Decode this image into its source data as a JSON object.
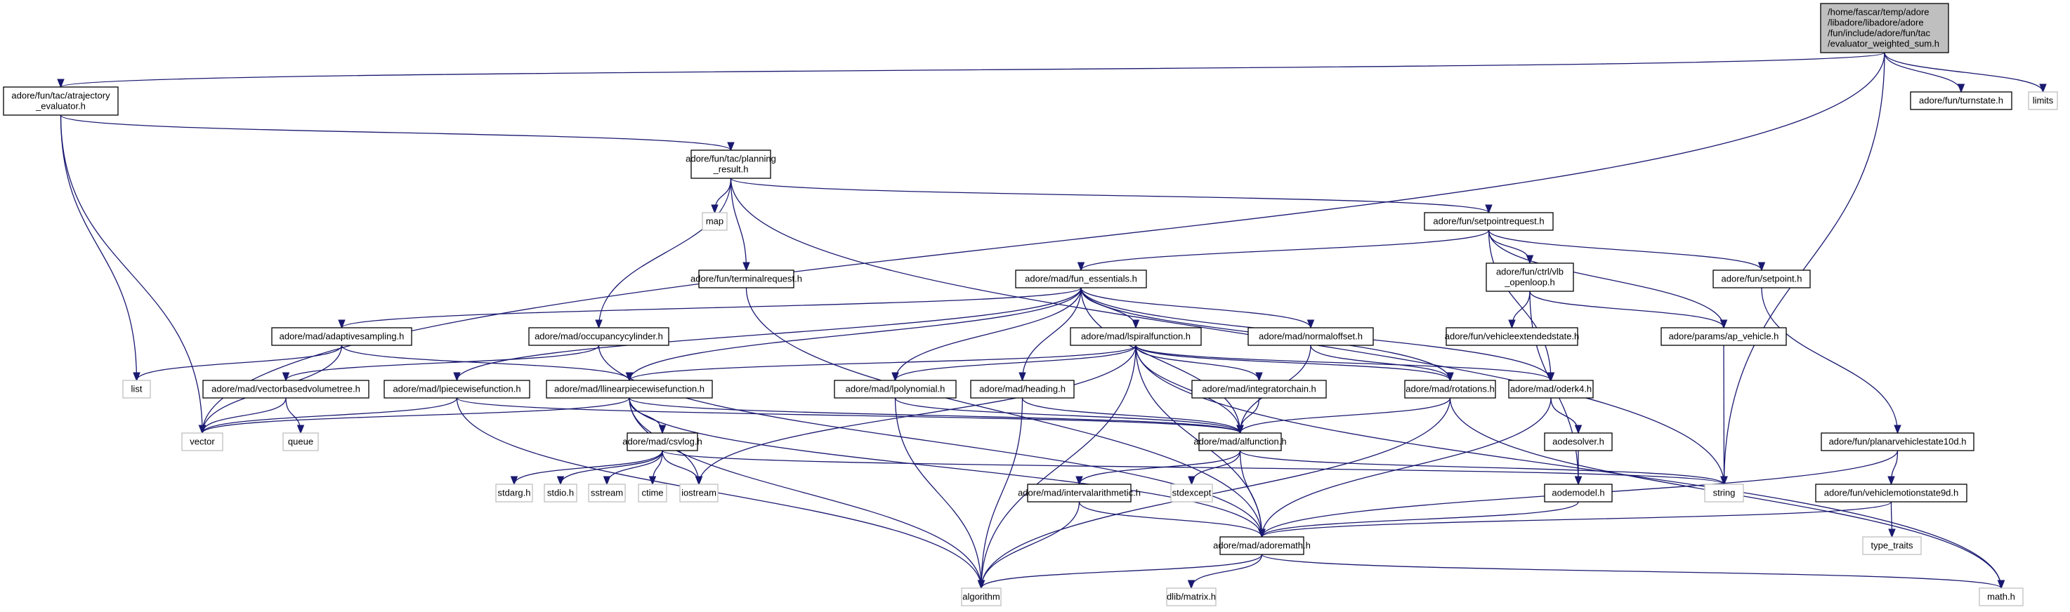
{
  "title": "Include dependency graph for evaluator_weighted_sum.h",
  "colors": {
    "edge": "#191970",
    "node_border": "#000000",
    "external_border": "#bfbfbf",
    "root_fill": "#bfbfbf"
  },
  "nodes": [
    {
      "id": "root",
      "kind": "root",
      "lines": [
        "/home/fascar/temp/adore",
        "/libadore/libadore/adore",
        "/fun/include/adore/fun/tac",
        "/evaluator_weighted_sum.h"
      ]
    },
    {
      "id": "atrajectory_evaluator",
      "kind": "file",
      "lines": [
        "adore/fun/tac/atrajectory",
        "_evaluator.h"
      ]
    },
    {
      "id": "turnstate",
      "kind": "file",
      "lines": [
        "adore/fun/turnstate.h"
      ]
    },
    {
      "id": "limits",
      "kind": "external",
      "lines": [
        "limits"
      ]
    },
    {
      "id": "planning_result",
      "kind": "file",
      "lines": [
        "adore/fun/tac/planning",
        "_result.h"
      ]
    },
    {
      "id": "map",
      "kind": "external",
      "lines": [
        "map"
      ]
    },
    {
      "id": "terminalrequest",
      "kind": "file",
      "lines": [
        "adore/fun/terminalrequest.h"
      ]
    },
    {
      "id": "setpointrequest",
      "kind": "file",
      "lines": [
        "adore/fun/setpointrequest.h"
      ]
    },
    {
      "id": "fun_essentials",
      "kind": "file",
      "lines": [
        "adore/mad/fun_essentials.h"
      ]
    },
    {
      "id": "vlb_openloop",
      "kind": "file",
      "lines": [
        "adore/fun/ctrl/vlb",
        "_openloop.h"
      ]
    },
    {
      "id": "setpoint",
      "kind": "file",
      "lines": [
        "adore/fun/setpoint.h"
      ]
    },
    {
      "id": "vehicleextendedstate",
      "kind": "file",
      "lines": [
        "adore/fun/vehicleextendedstate.h"
      ]
    },
    {
      "id": "ap_vehicle",
      "kind": "file",
      "lines": [
        "adore/params/ap_vehicle.h"
      ]
    },
    {
      "id": "adaptivesampling",
      "kind": "file",
      "lines": [
        "adore/mad/adaptivesampling.h"
      ]
    },
    {
      "id": "occupancycylinder",
      "kind": "file",
      "lines": [
        "adore/mad/occupancycylinder.h"
      ]
    },
    {
      "id": "lspiralfunction",
      "kind": "file",
      "lines": [
        "adore/mad/lspiralfunction.h"
      ]
    },
    {
      "id": "normaloffset",
      "kind": "file",
      "lines": [
        "adore/mad/normaloffset.h"
      ]
    },
    {
      "id": "list",
      "kind": "external",
      "lines": [
        "list"
      ]
    },
    {
      "id": "vectorbasedvolumetree",
      "kind": "file",
      "lines": [
        "adore/mad/vectorbasedvolumetree.h"
      ]
    },
    {
      "id": "lpiecewisefunction",
      "kind": "file",
      "lines": [
        "adore/mad/lpiecewisefunction.h"
      ]
    },
    {
      "id": "llinearpiecewisefunction",
      "kind": "file",
      "lines": [
        "adore/mad/llinearpiecewisefunction.h"
      ]
    },
    {
      "id": "lpolynomial",
      "kind": "file",
      "lines": [
        "adore/mad/lpolynomial.h"
      ]
    },
    {
      "id": "heading",
      "kind": "file",
      "lines": [
        "adore/mad/heading.h"
      ]
    },
    {
      "id": "integratorchain",
      "kind": "file",
      "lines": [
        "adore/mad/integratorchain.h"
      ]
    },
    {
      "id": "rotations",
      "kind": "file",
      "lines": [
        "adore/mad/rotations.h"
      ]
    },
    {
      "id": "oderk4",
      "kind": "file",
      "lines": [
        "adore/mad/oderk4.h"
      ]
    },
    {
      "id": "vector",
      "kind": "external",
      "lines": [
        "vector"
      ]
    },
    {
      "id": "queue",
      "kind": "external",
      "lines": [
        "queue"
      ]
    },
    {
      "id": "csvlog",
      "kind": "file",
      "lines": [
        "adore/mad/csvlog.h"
      ]
    },
    {
      "id": "alfunction",
      "kind": "file",
      "lines": [
        "adore/mad/alfunction.h"
      ]
    },
    {
      "id": "aodesolver",
      "kind": "file",
      "lines": [
        "aodesolver.h"
      ]
    },
    {
      "id": "planarvehiclestate10d",
      "kind": "file",
      "lines": [
        "adore/fun/planarvehiclestate10d.h"
      ]
    },
    {
      "id": "stdarg",
      "kind": "external",
      "lines": [
        "stdarg.h"
      ]
    },
    {
      "id": "stdio",
      "kind": "external",
      "lines": [
        "stdio.h"
      ]
    },
    {
      "id": "sstream",
      "kind": "external",
      "lines": [
        "sstream"
      ]
    },
    {
      "id": "ctime",
      "kind": "external",
      "lines": [
        "ctime"
      ]
    },
    {
      "id": "iostream",
      "kind": "external",
      "lines": [
        "iostream"
      ]
    },
    {
      "id": "intervalarithmetic",
      "kind": "file",
      "lines": [
        "adore/mad/intervalarithmetic.h"
      ]
    },
    {
      "id": "stdexcept",
      "kind": "external",
      "lines": [
        "stdexcept"
      ]
    },
    {
      "id": "aodemodel",
      "kind": "file",
      "lines": [
        "aodemodel.h"
      ]
    },
    {
      "id": "string",
      "kind": "external",
      "lines": [
        "string"
      ]
    },
    {
      "id": "vehiclemotionstate9d",
      "kind": "file",
      "lines": [
        "adore/fun/vehiclemotionstate9d.h"
      ]
    },
    {
      "id": "adoremath",
      "kind": "file",
      "lines": [
        "adore/mad/adoremath.h"
      ]
    },
    {
      "id": "type_traits",
      "kind": "external",
      "lines": [
        "type_traits"
      ]
    },
    {
      "id": "algorithm",
      "kind": "external",
      "lines": [
        "algorithm"
      ]
    },
    {
      "id": "dlib_matrix",
      "kind": "external",
      "lines": [
        "dlib/matrix.h"
      ]
    },
    {
      "id": "math",
      "kind": "external",
      "lines": [
        "math.h"
      ]
    }
  ],
  "edges": [
    [
      "root",
      "atrajectory_evaluator"
    ],
    [
      "root",
      "vector"
    ],
    [
      "root",
      "turnstate"
    ],
    [
      "root",
      "limits"
    ],
    [
      "root",
      "string"
    ],
    [
      "atrajectory_evaluator",
      "planning_result"
    ],
    [
      "atrajectory_evaluator",
      "list"
    ],
    [
      "atrajectory_evaluator",
      "vector"
    ],
    [
      "planning_result",
      "map"
    ],
    [
      "planning_result",
      "terminalrequest"
    ],
    [
      "planning_result",
      "setpointrequest"
    ],
    [
      "planning_result",
      "occupancycylinder"
    ],
    [
      "planning_result",
      "string"
    ],
    [
      "terminalrequest",
      "adoremath"
    ],
    [
      "setpointrequest",
      "fun_essentials"
    ],
    [
      "setpointrequest",
      "vlb_openloop"
    ],
    [
      "setpointrequest",
      "setpoint"
    ],
    [
      "setpointrequest",
      "ap_vehicle"
    ],
    [
      "setpointrequest",
      "oderk4"
    ],
    [
      "vlb_openloop",
      "vehicleextendedstate"
    ],
    [
      "vlb_openloop",
      "ap_vehicle"
    ],
    [
      "vlb_openloop",
      "aodemodel"
    ],
    [
      "setpoint",
      "planarvehiclestate10d"
    ],
    [
      "ap_vehicle",
      "string"
    ],
    [
      "fun_essentials",
      "adaptivesampling"
    ],
    [
      "fun_essentials",
      "lspiralfunction"
    ],
    [
      "fun_essentials",
      "normaloffset"
    ],
    [
      "fun_essentials",
      "lpiecewisefunction"
    ],
    [
      "fun_essentials",
      "llinearpiecewisefunction"
    ],
    [
      "fun_essentials",
      "lpolynomial"
    ],
    [
      "fun_essentials",
      "heading"
    ],
    [
      "fun_essentials",
      "rotations"
    ],
    [
      "fun_essentials",
      "oderk4"
    ],
    [
      "fun_essentials",
      "alfunction"
    ],
    [
      "adaptivesampling",
      "list"
    ],
    [
      "adaptivesampling",
      "vector"
    ],
    [
      "adaptivesampling",
      "llinearpiecewisefunction"
    ],
    [
      "occupancycylinder",
      "vectorbasedvolumetree"
    ],
    [
      "occupancycylinder",
      "adoremath"
    ],
    [
      "vectorbasedvolumetree",
      "vector"
    ],
    [
      "vectorbasedvolumetree",
      "queue"
    ],
    [
      "lpiecewisefunction",
      "vector"
    ],
    [
      "lpiecewisefunction",
      "alfunction"
    ],
    [
      "lpiecewisefunction",
      "algorithm"
    ],
    [
      "llinearpiecewisefunction",
      "vector"
    ],
    [
      "llinearpiecewisefunction",
      "csvlog"
    ],
    [
      "llinearpiecewisefunction",
      "alfunction"
    ],
    [
      "llinearpiecewisefunction",
      "adoremath"
    ],
    [
      "llinearpiecewisefunction",
      "iostream"
    ],
    [
      "llinearpiecewisefunction",
      "algorithm"
    ],
    [
      "lspiralfunction",
      "llinearpiecewisefunction"
    ],
    [
      "lspiralfunction",
      "lpolynomial"
    ],
    [
      "lspiralfunction",
      "integratorchain"
    ],
    [
      "lspiralfunction",
      "rotations"
    ],
    [
      "lspiralfunction",
      "oderk4"
    ],
    [
      "lspiralfunction",
      "alfunction"
    ],
    [
      "lspiralfunction",
      "adoremath"
    ],
    [
      "lspiralfunction",
      "iostream"
    ],
    [
      "lspiralfunction",
      "algorithm"
    ],
    [
      "lspiralfunction",
      "math"
    ],
    [
      "normaloffset",
      "alfunction"
    ],
    [
      "normaloffset",
      "rotations"
    ],
    [
      "lpolynomial",
      "alfunction"
    ],
    [
      "lpolynomial",
      "algorithm"
    ],
    [
      "heading",
      "alfunction"
    ],
    [
      "heading",
      "algorithm"
    ],
    [
      "integratorchain",
      "alfunction"
    ],
    [
      "rotations",
      "alfunction"
    ],
    [
      "rotations",
      "algorithm"
    ],
    [
      "rotations",
      "math"
    ],
    [
      "oderk4",
      "aodesolver"
    ],
    [
      "oderk4",
      "adoremath"
    ],
    [
      "aodesolver",
      "aodemodel"
    ],
    [
      "aodemodel",
      "adoremath"
    ],
    [
      "csvlog",
      "stdarg"
    ],
    [
      "csvlog",
      "stdio"
    ],
    [
      "csvlog",
      "sstream"
    ],
    [
      "csvlog",
      "ctime"
    ],
    [
      "csvlog",
      "iostream"
    ],
    [
      "csvlog",
      "string"
    ],
    [
      "alfunction",
      "intervalarithmetic"
    ],
    [
      "alfunction",
      "stdexcept"
    ],
    [
      "alfunction",
      "adoremath"
    ],
    [
      "alfunction",
      "string"
    ],
    [
      "intervalarithmetic",
      "adoremath"
    ],
    [
      "intervalarithmetic",
      "algorithm"
    ],
    [
      "planarvehiclestate10d",
      "vehiclemotionstate9d"
    ],
    [
      "planarvehiclestate10d",
      "adoremath"
    ],
    [
      "vehiclemotionstate9d",
      "type_traits"
    ],
    [
      "vehiclemotionstate9d",
      "adoremath"
    ],
    [
      "adoremath",
      "algorithm"
    ],
    [
      "adoremath",
      "dlib_matrix"
    ],
    [
      "adoremath",
      "math"
    ]
  ]
}
